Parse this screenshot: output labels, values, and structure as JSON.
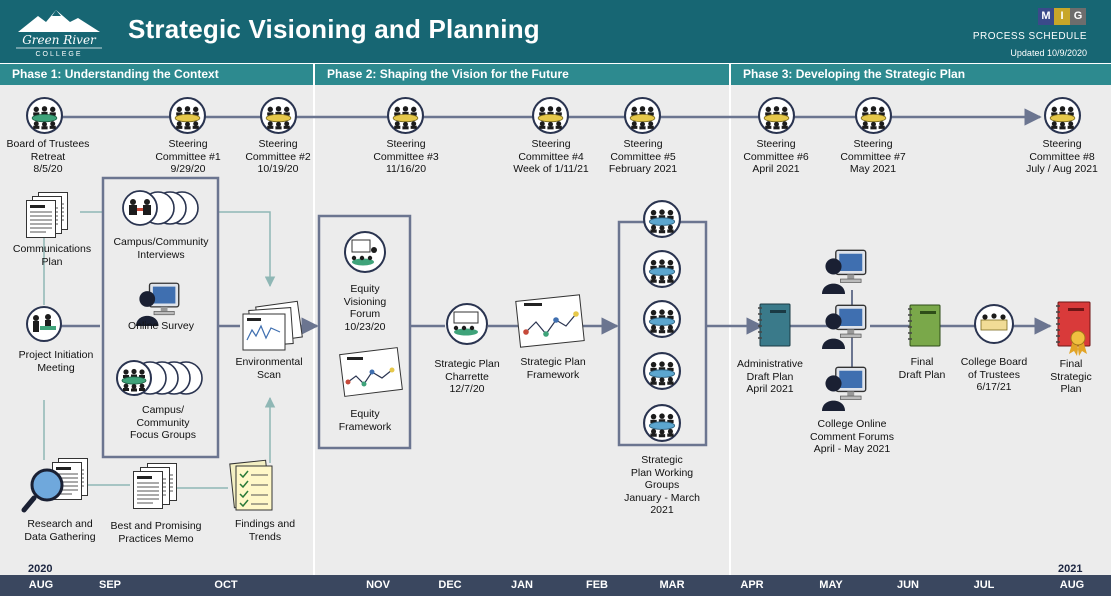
{
  "header": {
    "logo_text_line1": "Green River",
    "logo_text_line2": "COLLEGE",
    "title": "Strategic Visioning and Planning",
    "brand": [
      "M",
      "I",
      "G"
    ],
    "brand_colors": [
      "#3a4a8a",
      "#c8a629",
      "#6d6d6d"
    ],
    "process": "PROCESS SCHEDULE",
    "updated": "Updated  10/9/2020"
  },
  "phases": [
    {
      "label": "Phase 1: Understanding the Context"
    },
    {
      "label": "Phase 2: Shaping the Vision for the Future"
    },
    {
      "label": "Phase 3: Developing the Strategic Plan"
    }
  ],
  "months": [
    "AUG",
    "SEP",
    "OCT",
    "NOV",
    "DEC",
    "JAN",
    "FEB",
    "MAR",
    "APR",
    "MAY",
    "JUN",
    "JUL",
    "AUG"
  ],
  "years": {
    "start": "2020",
    "end": "2021"
  },
  "meetings": [
    {
      "lines": [
        "Board of Trustees",
        "Retreat",
        "8/5/20"
      ]
    },
    {
      "lines": [
        "Steering",
        "Committee #1",
        "9/29/20"
      ]
    },
    {
      "lines": [
        "Steering",
        "Committee #2",
        "10/19/20"
      ]
    },
    {
      "lines": [
        "Steering",
        "Committee #3",
        "11/16/20"
      ]
    },
    {
      "lines": [
        "Steering",
        "Committee #4",
        "Week of 1/11/21"
      ]
    },
    {
      "lines": [
        "Steering",
        "Committee #5",
        "February 2021"
      ]
    },
    {
      "lines": [
        "Steering",
        "Committee #6",
        "April 2021"
      ]
    },
    {
      "lines": [
        "Steering",
        "Committee #7",
        "May 2021"
      ]
    },
    {
      "lines": [
        "Steering",
        "Committee #8",
        "July / Aug 2021"
      ]
    }
  ],
  "items": {
    "communications": [
      "Communications",
      "Plan"
    ],
    "interviews": [
      "Campus/Community",
      "Interviews"
    ],
    "survey": [
      "Online Survey"
    ],
    "focus_groups": [
      "Campus/",
      "Community",
      "Focus Groups"
    ],
    "initiation": [
      "Project Initiation",
      "Meeting"
    ],
    "env_scan": [
      "Environmental",
      "Scan"
    ],
    "research": [
      "Research and",
      "Data Gathering"
    ],
    "memo": [
      "Best and Promising",
      "Practices Memo"
    ],
    "findings": [
      "Findings and",
      "Trends"
    ],
    "equity_forum": [
      "Equity",
      "Visioning",
      "Forum",
      "10/23/20"
    ],
    "equity_framework": [
      "Equity",
      "Framework"
    ],
    "charrette": [
      "Strategic Plan",
      "Charrette",
      "12/7/20"
    ],
    "sp_framework": [
      "Strategic Plan",
      "Framework"
    ],
    "working_groups": [
      "Strategic",
      "Plan Working",
      "Groups",
      "January - March",
      "2021"
    ],
    "admin_draft": [
      "Administrative",
      "Draft Plan",
      "April 2021"
    ],
    "online_forums": [
      "College Online",
      "Comment Forums",
      "April - May 2021"
    ],
    "final_draft": [
      "Final",
      "Draft Plan"
    ],
    "board": [
      "College Board",
      "of Trustees",
      "6/17/21"
    ],
    "final_plan": [
      "Final",
      "Strategic",
      "Plan"
    ]
  }
}
